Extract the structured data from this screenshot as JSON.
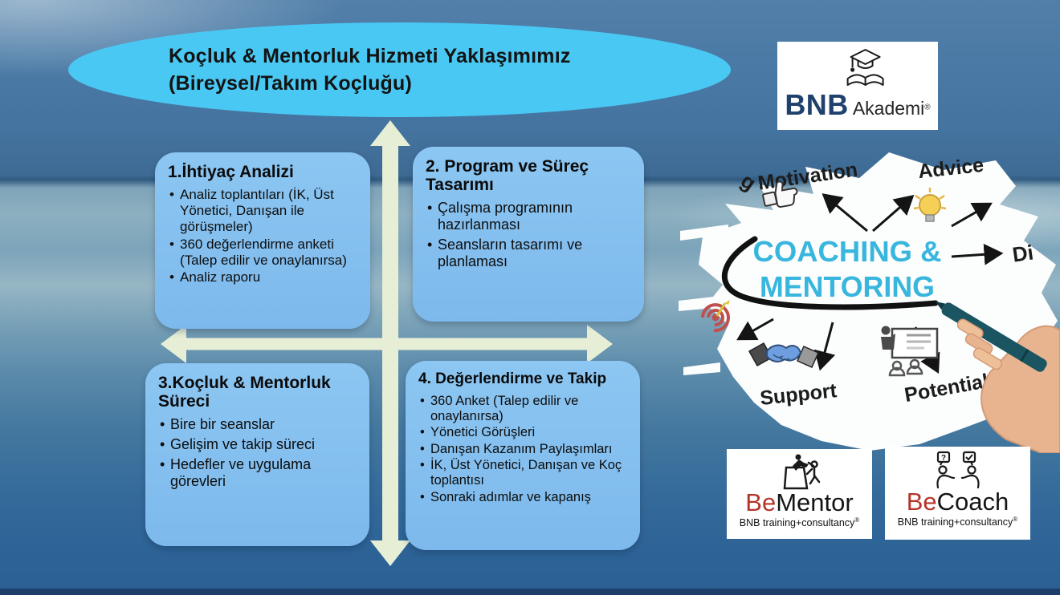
{
  "title": {
    "line1": "Koçluk & Mentorluk Hizmeti Yaklaşımımız",
    "line2": "(Bireysel/Takım Koçluğu)"
  },
  "quadrants": [
    {
      "heading": "1.İhtiyaç Analizi",
      "bullets": [
        "Analiz toplantıları (İK, Üst Yönetici, Danışan ile görüşmeler)",
        "360 değerlendirme anketi (Talep edilir ve onaylanırsa)",
        "Analiz raporu"
      ]
    },
    {
      "heading": "2. Program ve Süreç Tasarımı",
      "bullets": [
        "Çalışma programının hazırlanması",
        "Seansların tasarımı ve planlaması"
      ]
    },
    {
      "heading": "3.Koçluk & Mentorluk Süreci",
      "bullets": [
        "Bire bir seanslar",
        "Gelişim ve takip süreci",
        "Hedefler ve uygulama görevleri"
      ]
    },
    {
      "heading": "4. Değerlendirme ve Takip",
      "bullets": [
        "360 Anket (Talep edilir ve onaylanırsa)",
        "Yönetici Görüşleri",
        "Danışan Kazanım Paylaşımları",
        "İK, Üst Yönetici, Danışan ve Koç toplantısı",
        "Sonraki adımlar ve kapanış"
      ]
    }
  ],
  "logos": {
    "akademi": {
      "name": "BNB",
      "sub": "Akademi",
      "reg": "®",
      "icon": "graduation-cap-book-icon"
    },
    "bementor": {
      "prefix": "Be",
      "rest": "Mentor",
      "tagline": "BNB training+consultancy",
      "reg": "®",
      "icon": "mentor-climb-icon"
    },
    "becoach": {
      "prefix": "Be",
      "rest": "Coach",
      "tagline": "BNB training+consultancy",
      "reg": "®",
      "icon": "coach-dialog-icon"
    }
  },
  "illustration": {
    "heading_line1": "COACHING &",
    "heading_line2": "MENTORING",
    "labels": {
      "motivation": "Motivation",
      "advice": "Advice",
      "support": "Support",
      "potential": "Potential",
      "left_partial": "g",
      "right_partial": "Di"
    },
    "icons": [
      "thumbs-up-icon",
      "lightbulb-icon",
      "target-dart-icon",
      "handshake-icon",
      "presentation-icon",
      "hand-marker-icon"
    ]
  },
  "colors": {
    "ellipse": "#49c8f3",
    "quadrant_box": "#84c0ef",
    "axis_arrow": "#e6eed6",
    "coaching_text": "#38b6de",
    "be_red": "#b5342a",
    "bnb_navy": "#20406e",
    "marker_teal": "#1b5562",
    "bottom_strip": "#1d3e6b"
  }
}
